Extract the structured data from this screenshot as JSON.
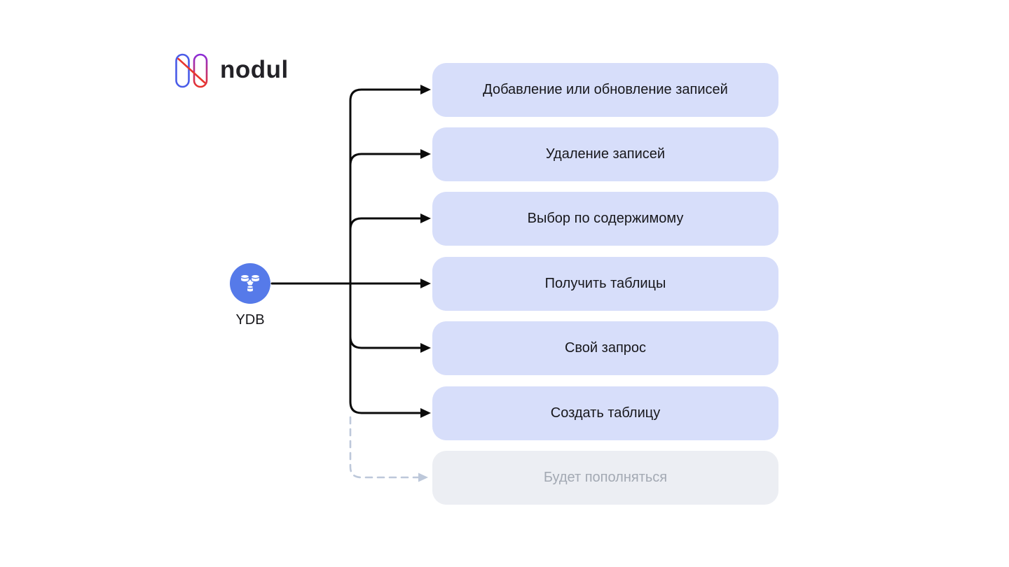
{
  "logo": {
    "text": "nodul",
    "mark": {
      "icon": "nodul-n-pills-icon",
      "left_pill_color": "#4A5CE8",
      "right_pill_top_color": "#8A2BD8",
      "right_pill_bottom_color": "#E8332C",
      "diagonal_color": "#E8372E"
    }
  },
  "source_node": {
    "label": "YDB",
    "icon": "ydb-database-icon",
    "circle_color": "#567AE9"
  },
  "boxes": [
    {
      "label": "Добавление или обновление записей",
      "state": "active"
    },
    {
      "label": "Удаление записей",
      "state": "active"
    },
    {
      "label": "Выбор по содержимому",
      "state": "active"
    },
    {
      "label": "Получить таблицы",
      "state": "active"
    },
    {
      "label": "Свой запрос",
      "state": "active"
    },
    {
      "label": "Создать таблицу",
      "state": "active"
    },
    {
      "label": "Будет пополняться",
      "state": "placeholder"
    }
  ],
  "colors": {
    "card_fill": "#D7DEFA",
    "card_text": "#17171B",
    "placeholder_fill": "#ECEEF3",
    "placeholder_text": "#A3A9B3",
    "arrow": "#0B0B0B",
    "dashed_arrow": "#BDC8DA",
    "background": "#FFFFFF"
  }
}
